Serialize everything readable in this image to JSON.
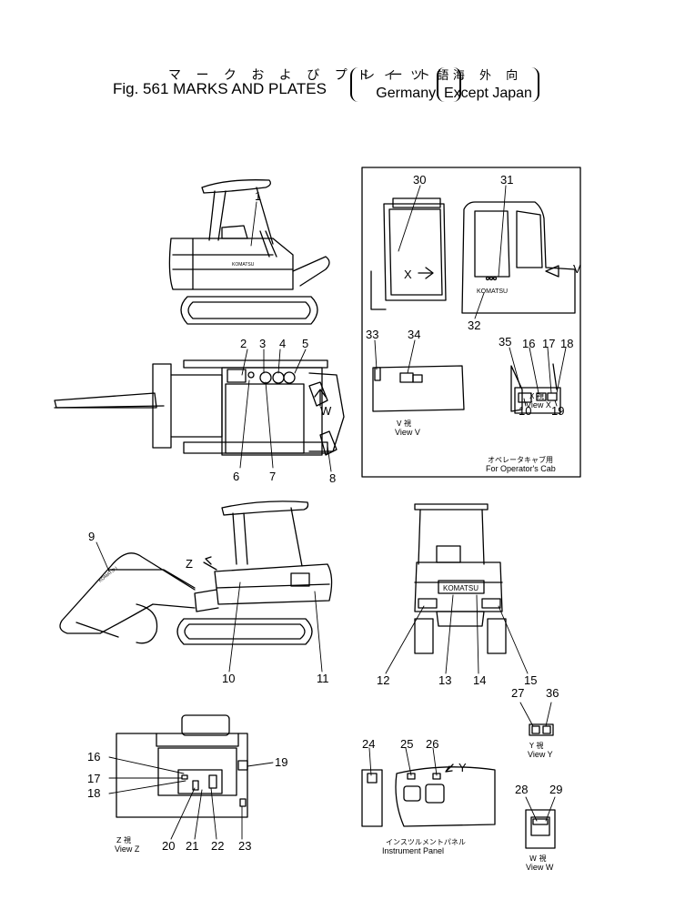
{
  "title": {
    "japanese": "マ ー ク お よ び プ レ ー ト",
    "english": "Fig. 561 MARKS AND PLATES",
    "germany_jp": "ド イ ツ 語",
    "germany_en": "Germany",
    "except_jp": "海 外 向",
    "except_en": "Except Japan"
  },
  "brand": {
    "komatsu": "KOMATSU"
  },
  "inset_labels": {
    "x_arrow": "X",
    "v_arrow": "V",
    "w_arrow": "W",
    "z_arrow": "Z",
    "y_arrow": "Y"
  },
  "captions": {
    "view_v_jp": "V 視",
    "view_v": "View V",
    "view_x_jp": "X 視",
    "view_x": "View X",
    "operators_cab_jp": "オペレータキャブ用",
    "operators_cab": "For Operator's Cab",
    "view_y_jp": "Y 視",
    "view_y": "View Y",
    "view_z_jp": "Z 視",
    "view_z": "View Z",
    "instrument_panel_jp": "インスツルメントパネル",
    "instrument_panel": "Instrument Panel",
    "view_w_jp": "W 視",
    "view_w": "View W"
  },
  "callouts": {
    "n1": "1",
    "n2": "2",
    "n3": "3",
    "n4": "4",
    "n5": "5",
    "n6": "6",
    "n7": "7",
    "n8": "8",
    "n9": "9",
    "n10": "10",
    "n11": "11",
    "n12": "12",
    "n13": "13",
    "n14": "14",
    "n15": "15",
    "n16": "16",
    "n17": "17",
    "n18": "18",
    "n19": "19",
    "n20": "20",
    "n21": "21",
    "n22": "22",
    "n23": "23",
    "n24": "24",
    "n25": "25",
    "n26": "26",
    "n27": "27",
    "n28": "28",
    "n29": "29",
    "n30": "30",
    "n31": "31",
    "n32": "32",
    "n33": "33",
    "n34": "34",
    "n35": "35",
    "n36": "36"
  }
}
